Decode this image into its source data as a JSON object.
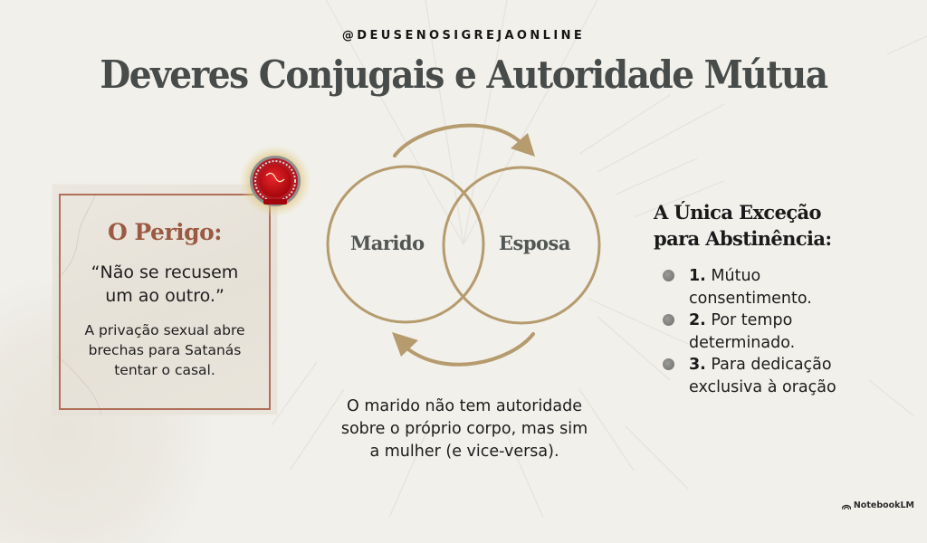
{
  "header": {
    "handle": "@DEUSENOSIGREJAONLINE",
    "title": "Deveres Conjugais e Autoridade Mútua"
  },
  "danger_card": {
    "title": "O Perigo:",
    "quote_lines": [
      "“Não se recusem",
      "um ao outro.”"
    ],
    "body_lines": [
      "A privação sexual abre",
      "brechas para Satanás",
      "tentar o casal."
    ],
    "seal_icon": "seal-emblem-icon"
  },
  "diagram": {
    "left_label": "Marido",
    "right_label": "Esposa",
    "top_arrow": "arrow-clockwise-icon",
    "bottom_arrow": "arrow-counterclockwise-icon",
    "caption_lines": [
      "O marido não tem autoridade",
      "sobre o próprio corpo, mas sim",
      "a mulher (e vice-versa)."
    ]
  },
  "exception": {
    "title_lines": [
      "A Única Exceção",
      "para Abstinência:"
    ],
    "items": [
      {
        "num": "1.",
        "text_line1": " Mútuo",
        "text_line2": "consentimento."
      },
      {
        "num": "2.",
        "text_line1": " Por tempo",
        "text_line2": "determinado."
      },
      {
        "num": "3.",
        "text_line1": " Para dedicação",
        "text_line2": "exclusiva à oração"
      }
    ]
  },
  "footer": {
    "brand": "NotebookLM"
  },
  "colors": {
    "background": "#f1f0eb",
    "title": "#474b49",
    "accent_gold": "#b59b6e",
    "accent_terracotta": "#9c5a44",
    "frame": "#b06f5a"
  }
}
